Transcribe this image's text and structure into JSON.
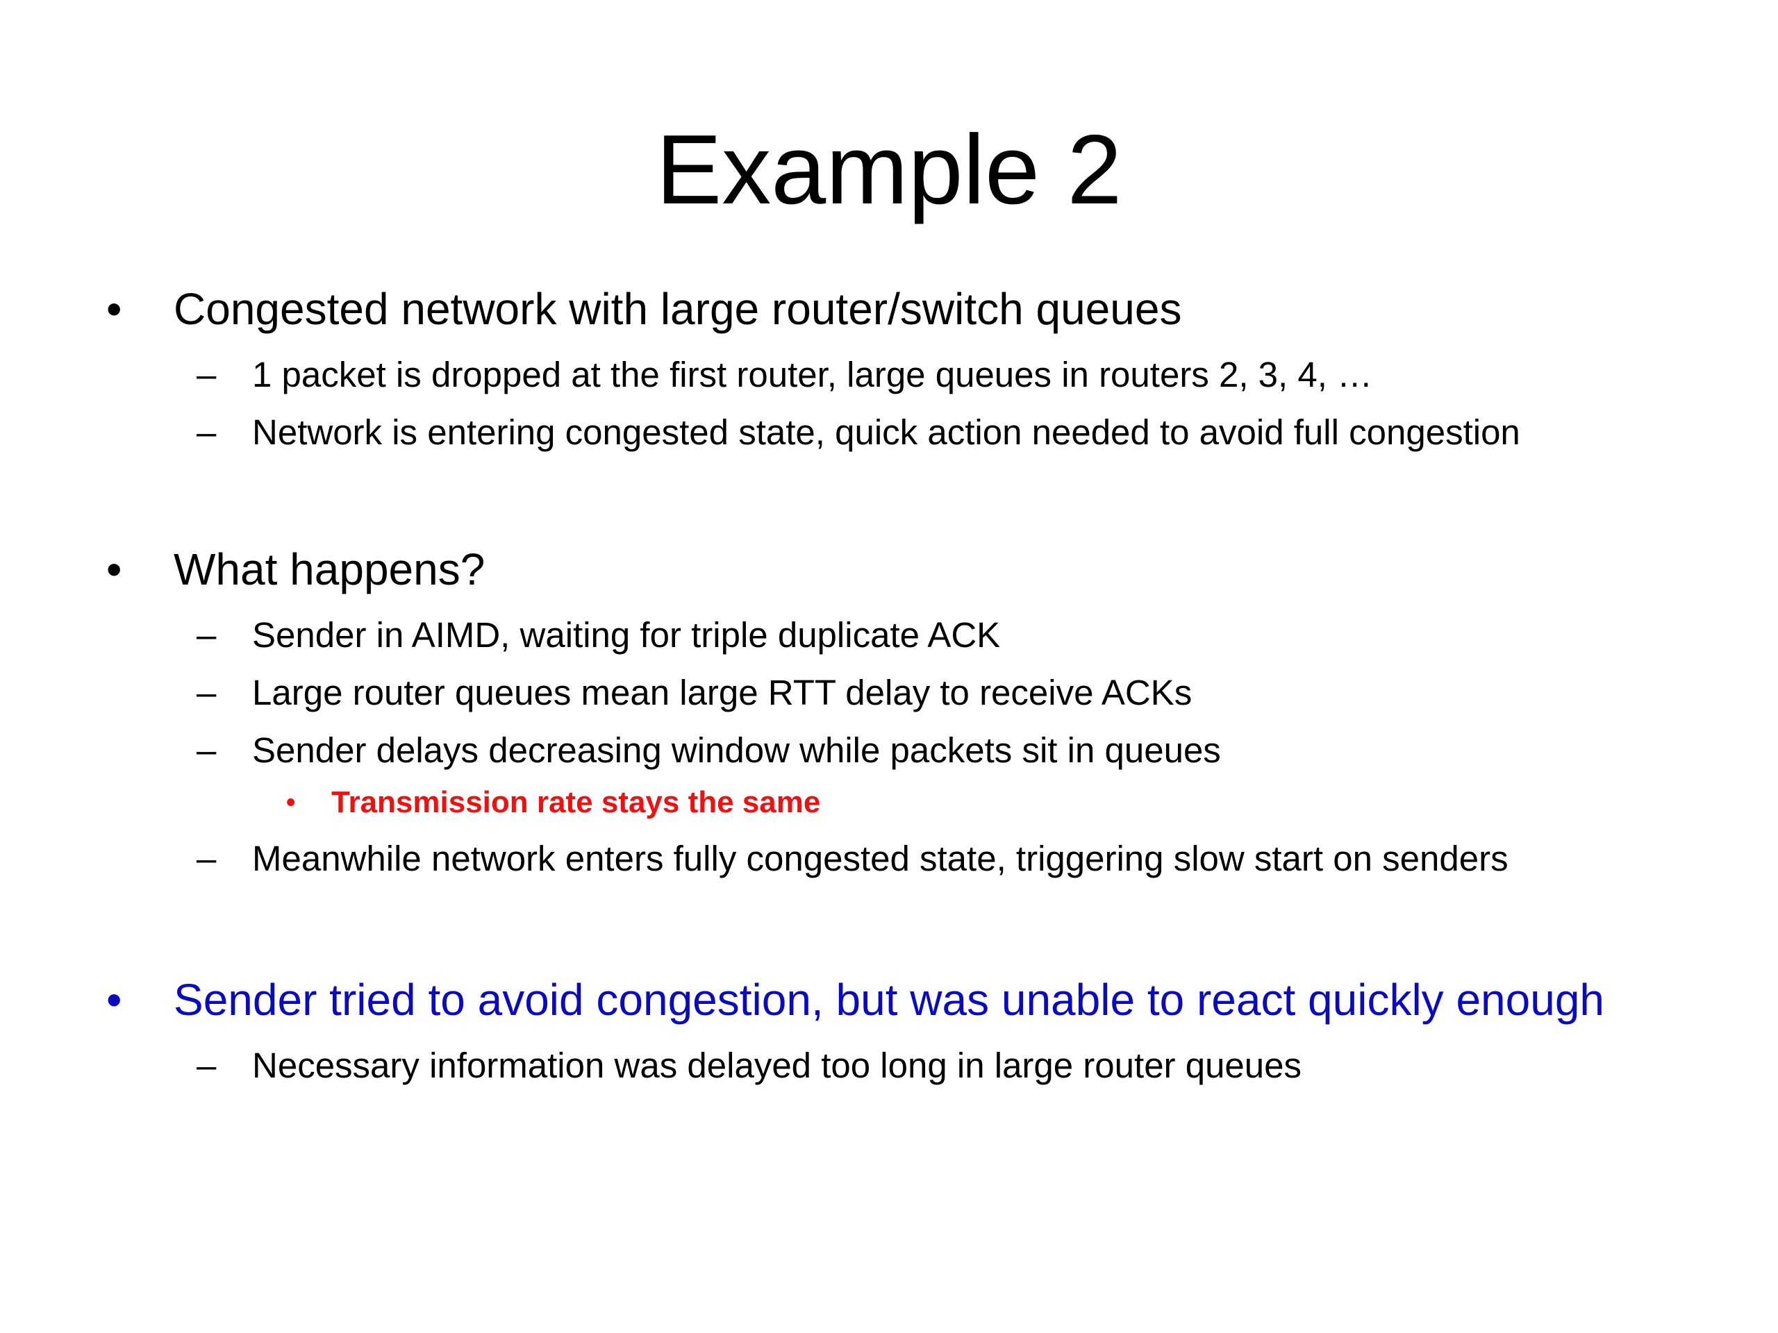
{
  "slide": {
    "title": "Example 2",
    "bullet_marker": "•",
    "dash_marker": "–",
    "sections": [
      {
        "heading": "Congested network with large router/switch queues",
        "items": [
          "1 packet is dropped at the first router, large queues in routers 2, 3, 4, …",
          "Network is entering congested state, quick action needed to avoid full congestion"
        ]
      },
      {
        "heading": "What happens?",
        "items": [
          "Sender in AIMD, waiting for triple duplicate ACK",
          "Large router queues mean large RTT delay to receive ACKs",
          "Sender delays decreasing window while packets sit in queues"
        ],
        "sub_item": "Transmission rate stays the same",
        "last_item": "Meanwhile network enters fully congested state, triggering slow start on senders"
      },
      {
        "heading": "Sender tried to avoid congestion, but was unable to react quickly enough",
        "items": [
          "Necessary information was delayed too long in large router queues"
        ]
      }
    ]
  },
  "colors": {
    "text": "#000000",
    "highlight_red": "#ee1111",
    "highlight_blue": "#0a0ac0",
    "background": "#ffffff"
  }
}
